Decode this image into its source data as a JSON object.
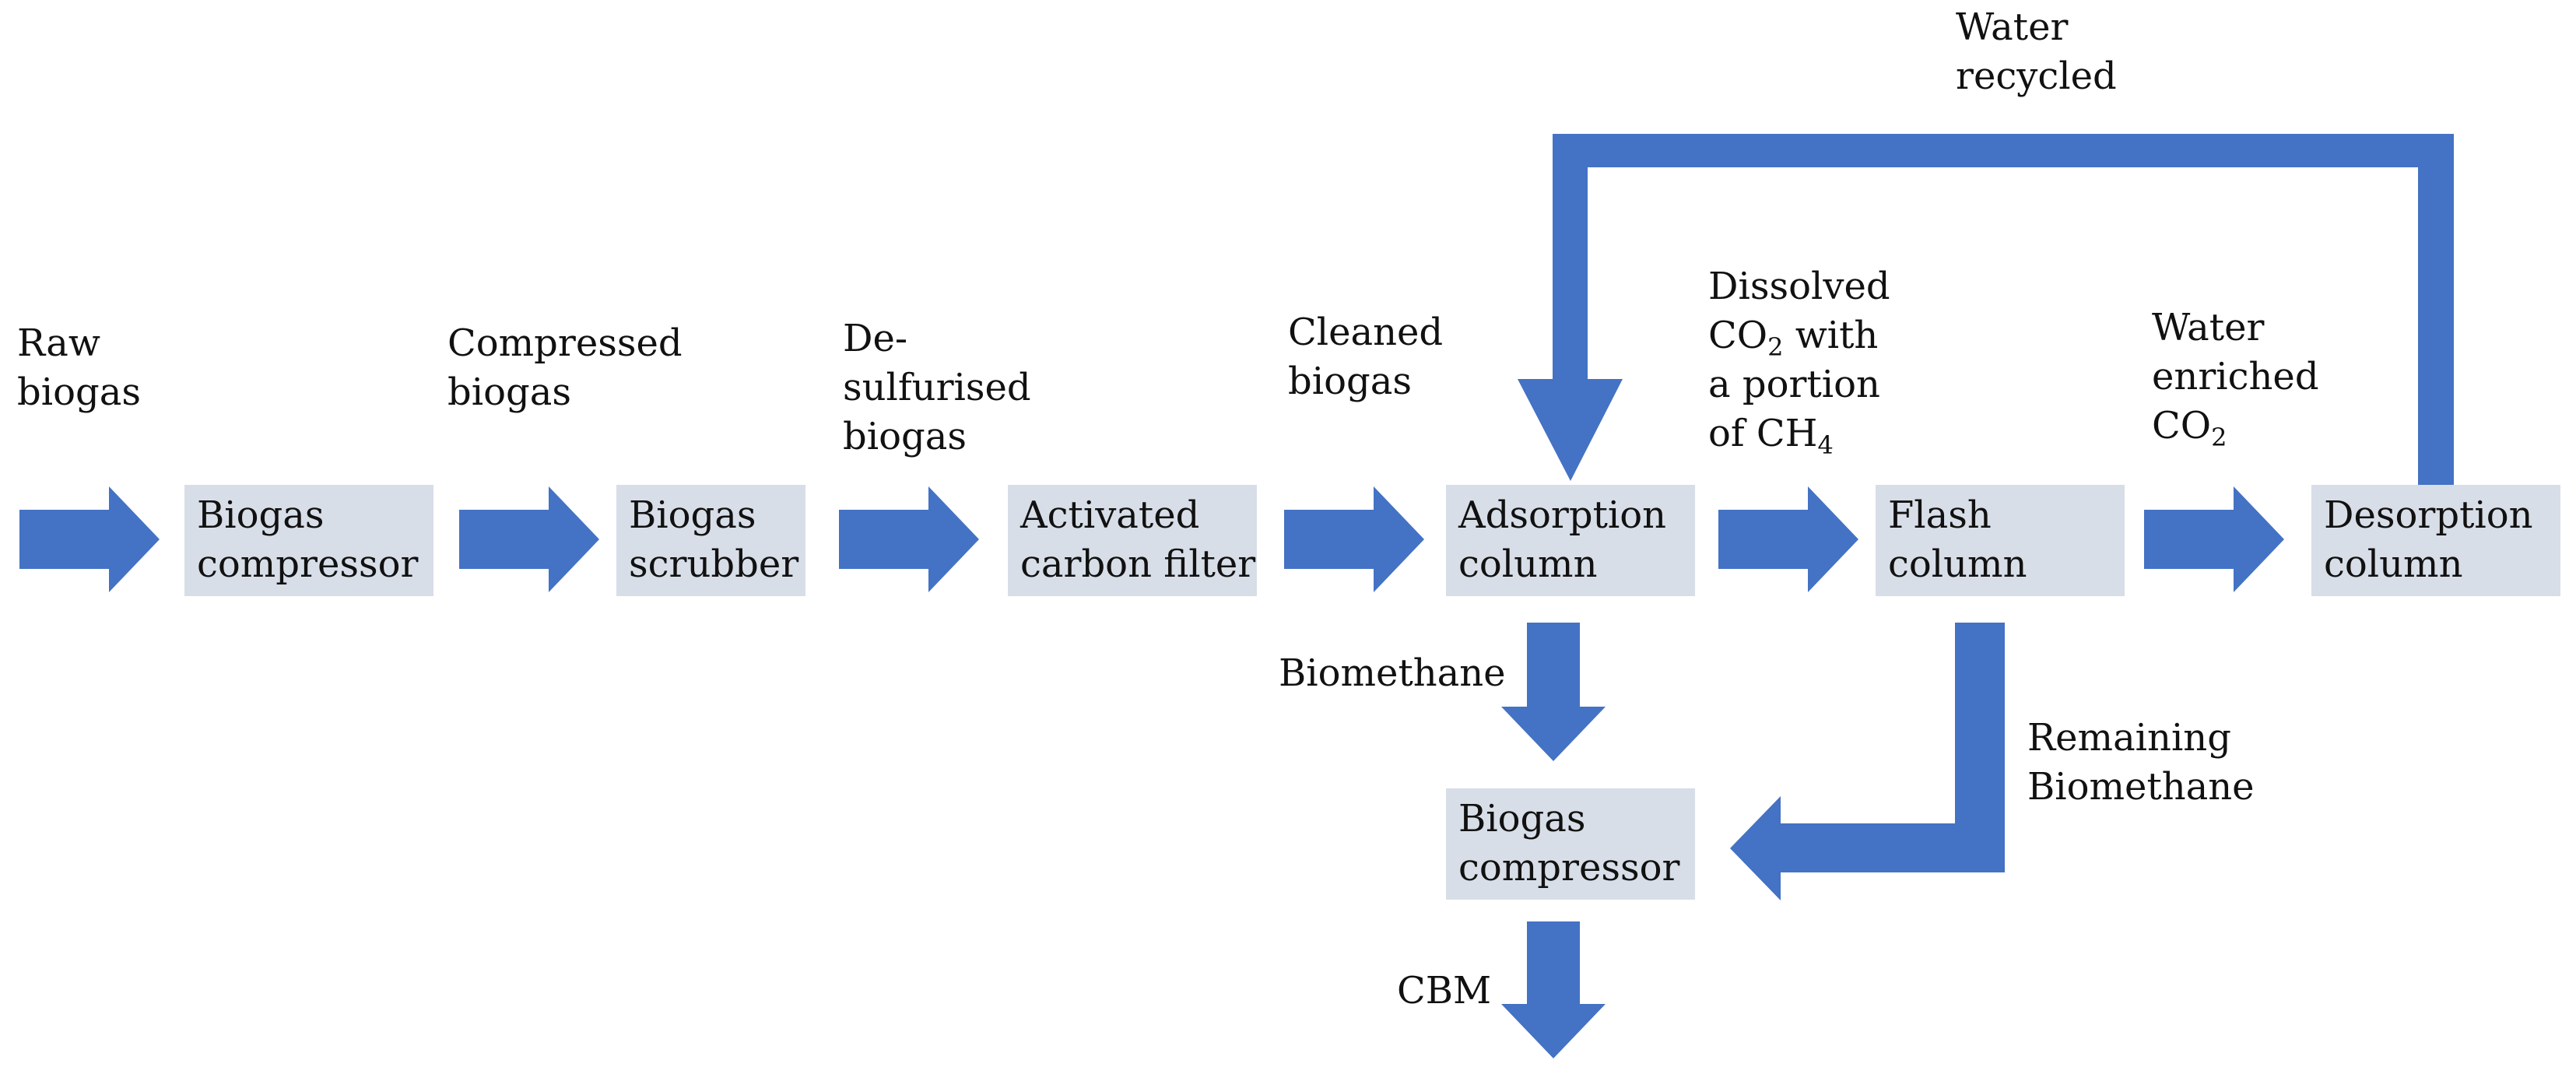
{
  "colors": {
    "arrow": "#4472c4",
    "box_fill": "#d8dee8",
    "text": "#111111"
  },
  "boxes": {
    "biogas_compressor_1": [
      "Biogas",
      "compressor"
    ],
    "biogas_scrubber": [
      "Biogas",
      "scrubber"
    ],
    "activated_carbon_filter": [
      "Activated",
      "carbon filter"
    ],
    "adsorption_column": [
      "Adsorption",
      "column"
    ],
    "flash_column": [
      "Flash",
      "column"
    ],
    "desorption_column": [
      "Desorption",
      "column"
    ],
    "biogas_compressor_2": [
      "Biogas",
      "compressor"
    ]
  },
  "labels": {
    "raw_biogas": [
      "Raw",
      "biogas"
    ],
    "compressed_biogas": [
      "Compressed",
      "biogas"
    ],
    "desulfurised_biogas": [
      "De-",
      "sulfurised",
      "biogas"
    ],
    "cleaned_biogas": [
      "Cleaned",
      "biogas"
    ],
    "dissolved_co2": {
      "line1": "Dissolved",
      "line2_pre": "CO",
      "line2_sub": "2",
      "line2_post": " with",
      "line3": "a portion",
      "line4_pre": "of CH",
      "line4_sub": "4"
    },
    "water_enriched_co2": {
      "line1": "Water",
      "line2": "enriched",
      "line3_pre": "CO",
      "line3_sub": "2"
    },
    "water_recycled": [
      "Water",
      "recycled"
    ],
    "biomethane": "Biomethane",
    "remaining_biomethane": [
      "Remaining",
      "Biomethane"
    ],
    "cbm": "CBM"
  }
}
